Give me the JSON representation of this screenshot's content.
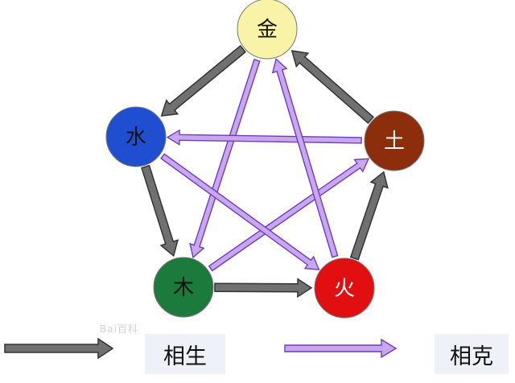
{
  "nodes": [
    {
      "id": "metal",
      "label": "金",
      "color": "#f8f3a6",
      "text_color": "#111111"
    },
    {
      "id": "water",
      "label": "水",
      "color": "#1f4ed1",
      "text_color": "#111111"
    },
    {
      "id": "wood",
      "label": "木",
      "color": "#1c7a3c",
      "text_color": "#111111"
    },
    {
      "id": "fire",
      "label": "火",
      "color": "#e10f0f",
      "text_color": "#ffffff"
    },
    {
      "id": "earth",
      "label": "土",
      "color": "#8c2e0c",
      "text_color": "#ffffff"
    }
  ],
  "generating_cycle": [
    [
      "metal",
      "water"
    ],
    [
      "water",
      "wood"
    ],
    [
      "wood",
      "fire"
    ],
    [
      "fire",
      "earth"
    ],
    [
      "earth",
      "metal"
    ]
  ],
  "overcoming_cycle": [
    [
      "metal",
      "wood"
    ],
    [
      "wood",
      "earth"
    ],
    [
      "earth",
      "water"
    ],
    [
      "water",
      "fire"
    ],
    [
      "fire",
      "metal"
    ]
  ],
  "legend": {
    "generating_label": "相生",
    "overcoming_label": "相克"
  },
  "colors": {
    "generating_arrow_fill": "#707070",
    "generating_arrow_stroke": "#333333",
    "overcoming_arrow_fill": "#c9a7ee",
    "overcoming_arrow_stroke": "#6e3cbc"
  },
  "watermark": "Bai百科"
}
